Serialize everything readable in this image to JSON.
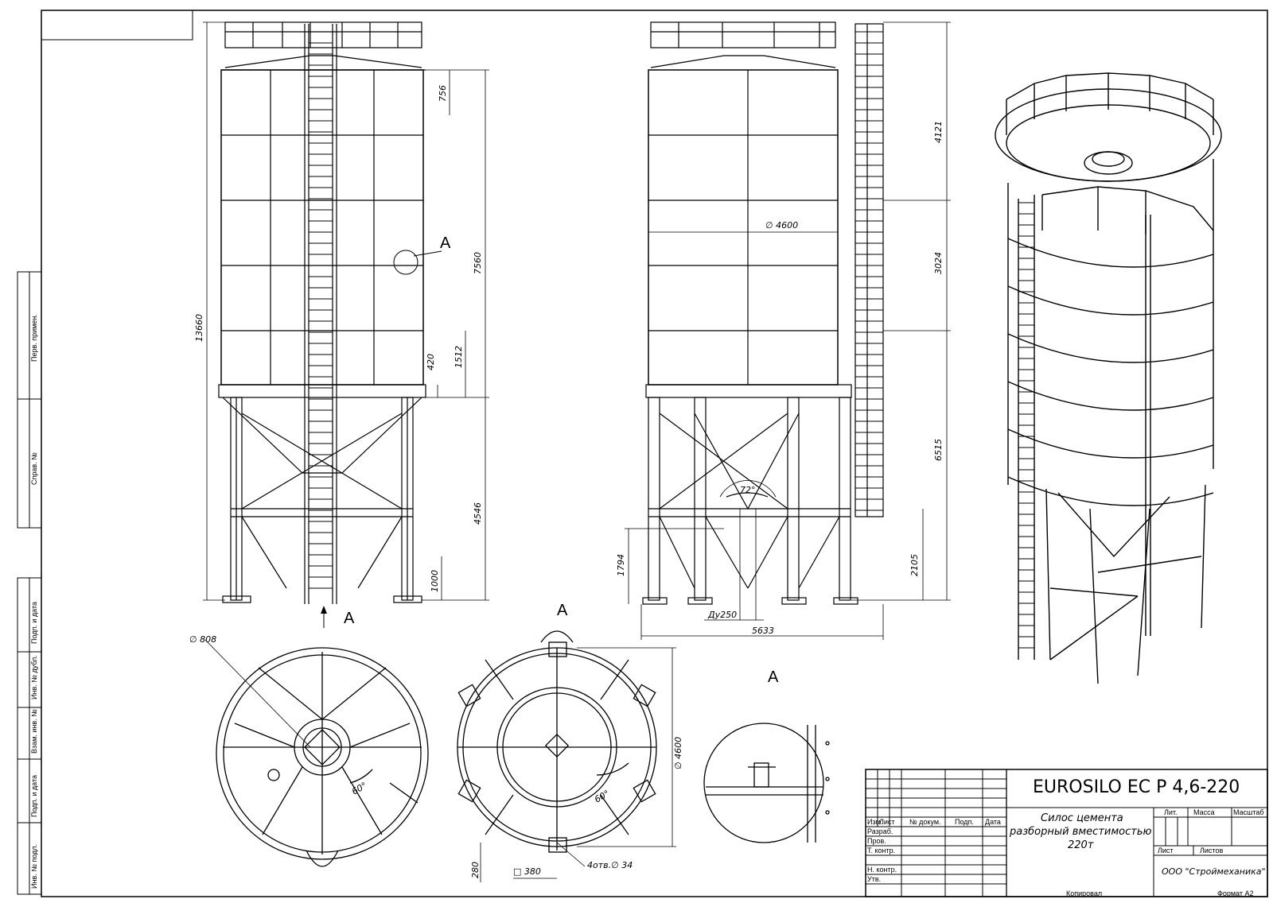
{
  "title_block": {
    "designation": "EUROSILO EC P 4,6-220",
    "name_line1": "Силос цемента",
    "name_line2": "разборный вместимостью",
    "name_line3": "220т",
    "organization": "ООО \"Строймеханика\"",
    "col_headers": [
      "Изм.",
      "Лист",
      "№ докум.",
      "Подп.",
      "Дата"
    ],
    "row_labels": [
      "Разраб.",
      "Пров.",
      "Т. контр.",
      "",
      "Н. контр.",
      "Утв."
    ],
    "lit_label": "Лит.",
    "mass_label": "Масса",
    "scale_label": "Масштаб",
    "sheet_label": "Лист",
    "sheets_label": "Листов",
    "copied_label": "Копировал",
    "format_label": "Формат А2"
  },
  "side_stamps": [
    "Перв. примен.",
    "Справ. №",
    "Подп. и дата",
    "Инв. № дубл.",
    "Взам. инв. №",
    "Подп. и дата",
    "Инв. № подл."
  ],
  "view_labels": {
    "a_marker_front": "А",
    "a_arrow": "А",
    "a_top": "А",
    "a_detail": "А"
  },
  "dimensions": {
    "front_overall": "13660",
    "front_top": "756",
    "front_shell": "7560",
    "front_skirt": "1512",
    "front_ring": "420",
    "front_legs": "4546",
    "front_base": "1000",
    "side_top": "4121",
    "side_mid": "3024",
    "side_low": "6515",
    "side_leg": "2105",
    "side_outlet": "1794",
    "diameter": "∅ 4600",
    "angle": "72°",
    "valve": "Ду250",
    "base_width": "5633",
    "manhole": "∅ 808",
    "plan_angle1": "60°",
    "plan_angle2": "60°",
    "plan_diam": "∅ 4600",
    "foot_h": "280",
    "foot_w": "□ 380",
    "holes": "4отв.∅ 34"
  }
}
